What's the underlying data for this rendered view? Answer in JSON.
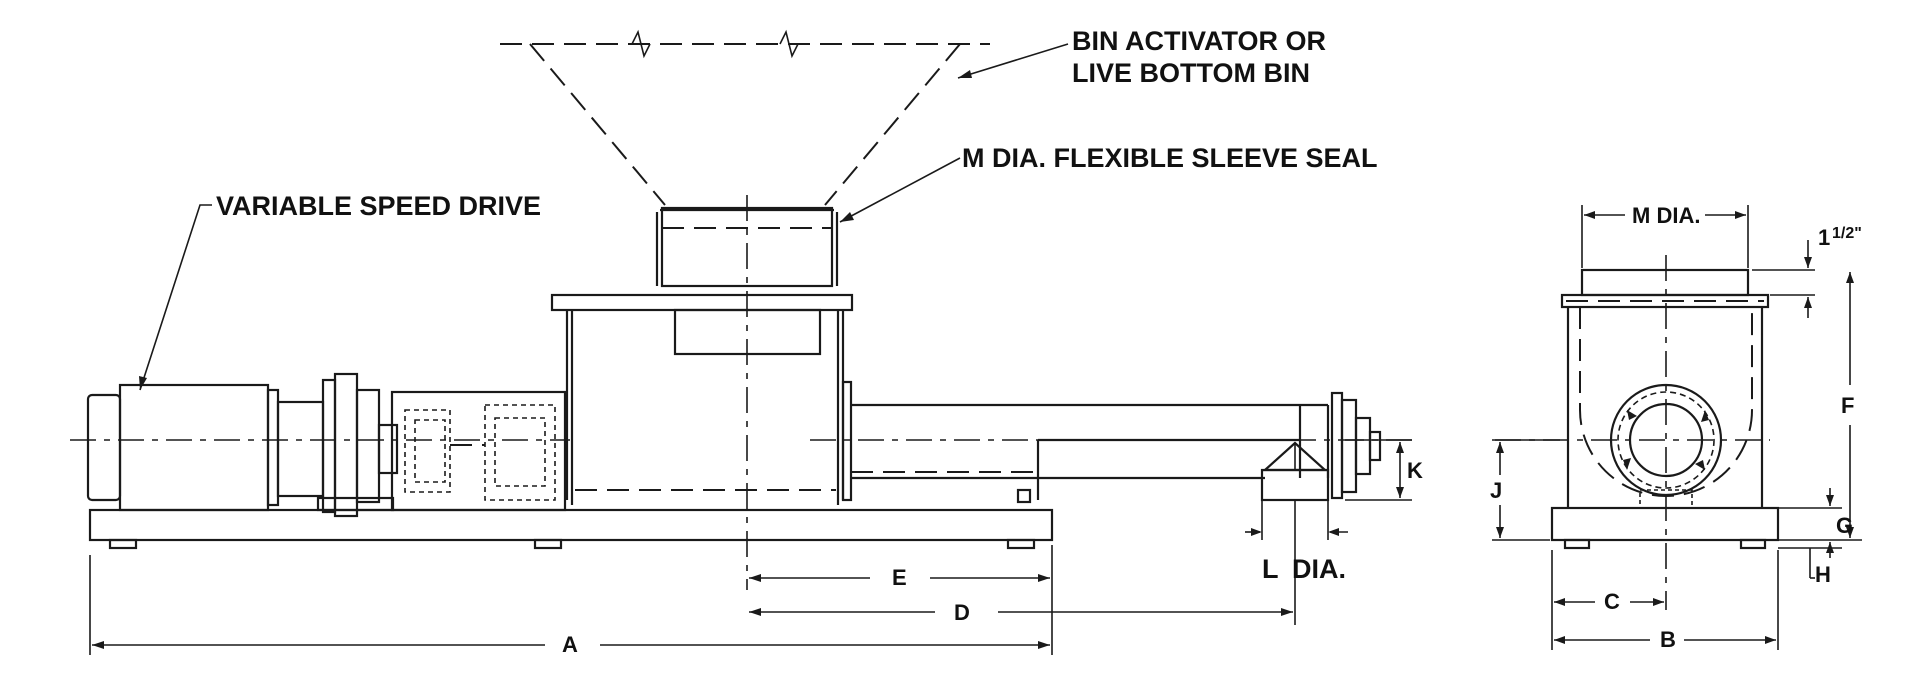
{
  "callouts": {
    "bin": [
      "BIN ACTIVATOR OR",
      "LIVE BOTTOM BIN"
    ],
    "seal": "M DIA. FLEXIBLE SLEEVE SEAL",
    "drive": "VARIABLE SPEED DRIVE"
  },
  "dimensions": {
    "A": "A",
    "B": "B",
    "C": "C",
    "D": "D",
    "E": "E",
    "F": "F",
    "G": "G",
    "H": "H",
    "J": "J",
    "K": "K",
    "L": "L",
    "l_dia": "DIA.",
    "m_dia": "M DIA.",
    "one_half_whole": "1",
    "one_half_fraction": "1/2\""
  }
}
